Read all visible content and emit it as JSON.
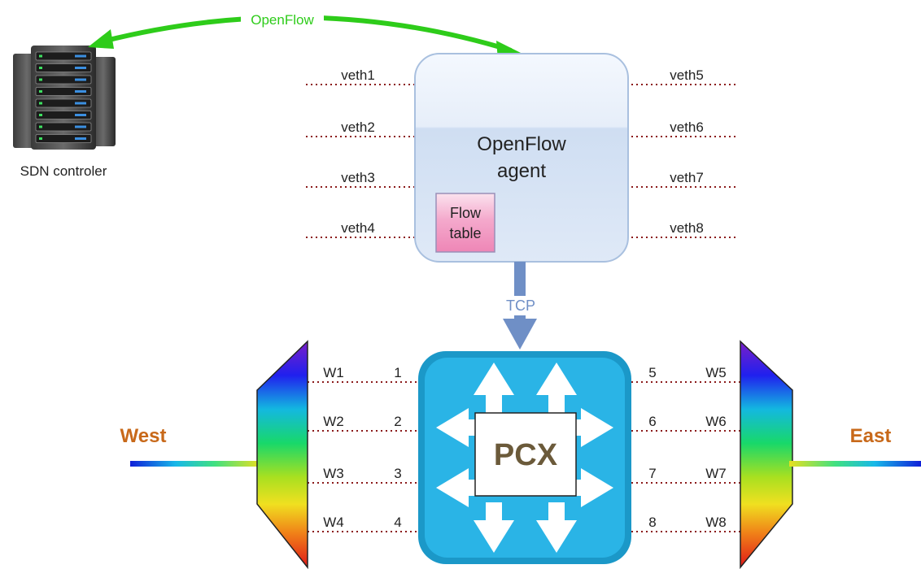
{
  "controller": {
    "label": "SDN controler",
    "icon": "server-rack-icon"
  },
  "openflow_link": {
    "label": "OpenFlow",
    "color": "#2ecc1a"
  },
  "agent": {
    "line1": "OpenFlow",
    "line2": "agent",
    "flow_table_line1": "Flow",
    "flow_table_line2": "table"
  },
  "veth": {
    "left": [
      "veth1",
      "veth2",
      "veth3",
      "veth4"
    ],
    "right": [
      "veth5",
      "veth6",
      "veth7",
      "veth8"
    ]
  },
  "tcp_link": {
    "label": "TCP",
    "color": "#6f8fc6"
  },
  "pcx": {
    "label": "PCX",
    "color": "#2ab4e6"
  },
  "west": {
    "label": "West",
    "wavelengths": [
      "W1",
      "W2",
      "W3",
      "W4"
    ],
    "ports": [
      "1",
      "2",
      "3",
      "4"
    ]
  },
  "east": {
    "label": "East",
    "wavelengths": [
      "W5",
      "W6",
      "W7",
      "W8"
    ],
    "ports": [
      "5",
      "6",
      "7",
      "8"
    ]
  },
  "colors": {
    "direction_label": "#c8691a",
    "dotted_line": "#8b1a1a"
  }
}
